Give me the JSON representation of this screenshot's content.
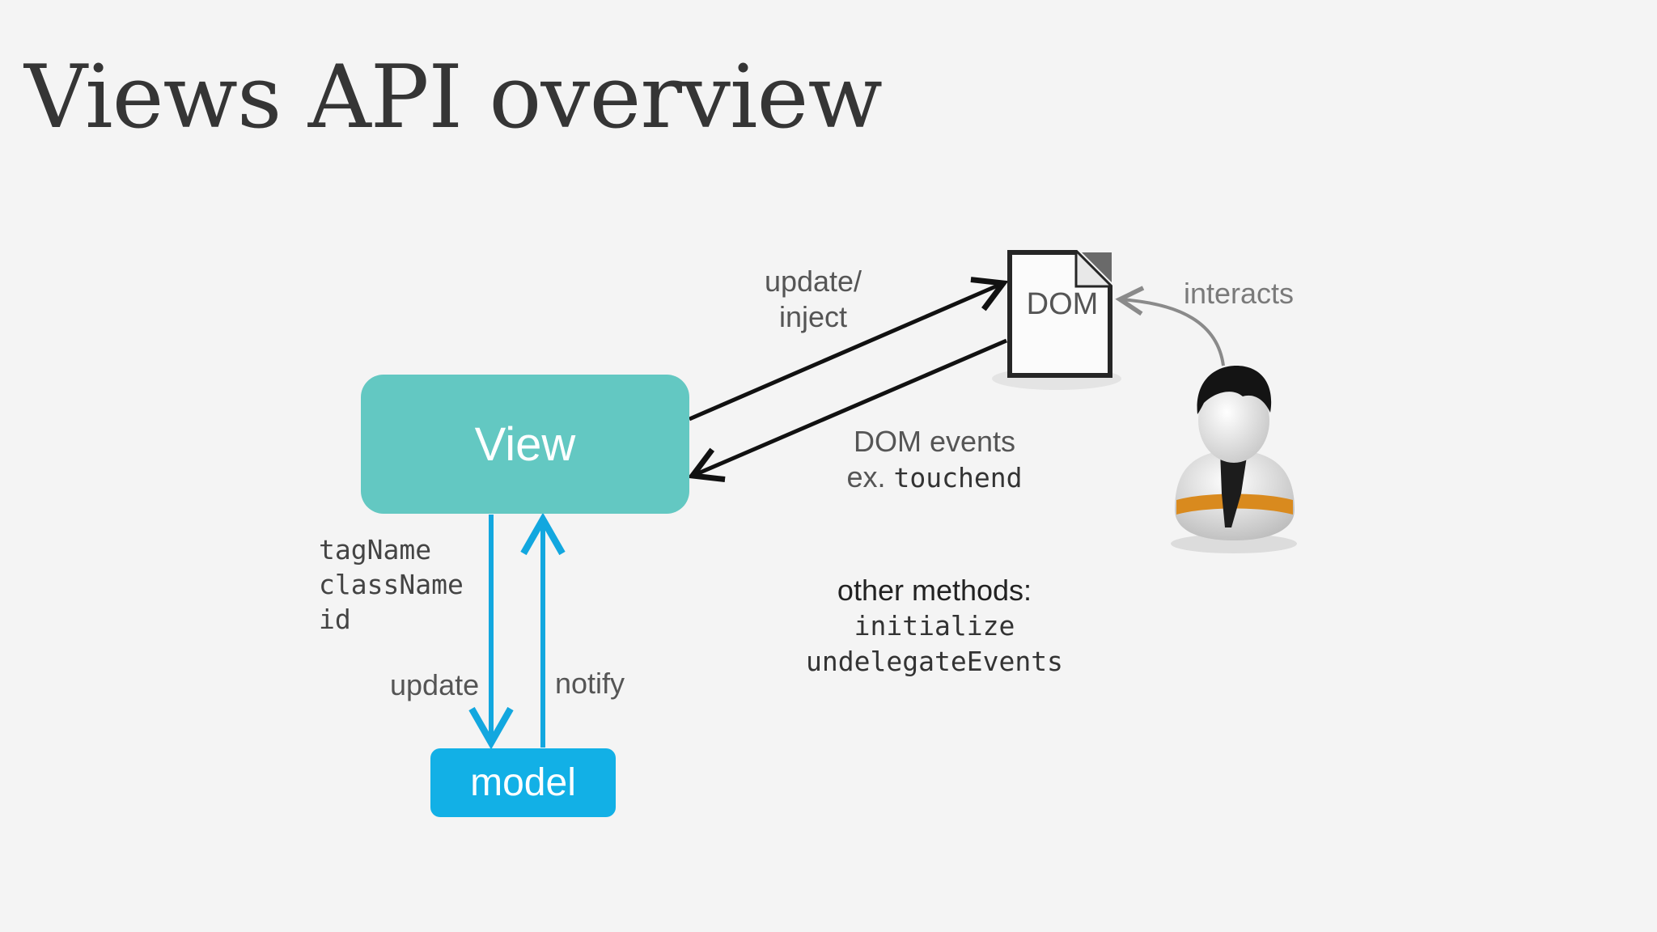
{
  "title": "Views API overview",
  "diagram": {
    "view_label": "View",
    "model_label": "model",
    "dom_label": "DOM",
    "update_inject": [
      "update/",
      "inject"
    ],
    "dom_events": {
      "line1": "DOM events",
      "prefix": "ex. ",
      "example": "touchend"
    },
    "interacts_label": "interacts",
    "view_properties": [
      "tagName",
      "className",
      "id"
    ],
    "update_label": "update",
    "notify_label": "notify",
    "other_methods": {
      "heading": "other methods:",
      "methods": [
        "initialize",
        "undelegateEvents"
      ]
    }
  },
  "colors": {
    "view": "#63c8c2",
    "model": "#12b0e6",
    "arrows_blue": "#12a7df",
    "arrows_black": "#111111",
    "interacts_arrow": "#8a8a8a"
  },
  "icons": [
    "document-icon",
    "user-icon"
  ]
}
